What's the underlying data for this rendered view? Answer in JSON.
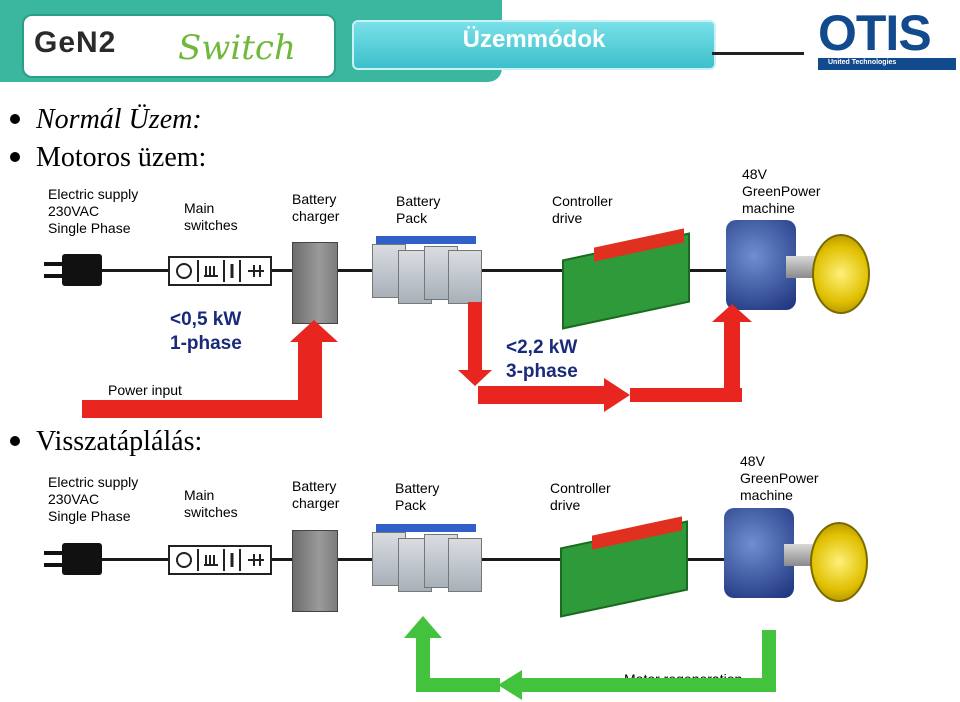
{
  "header": {
    "logo_gen2": "GeN2",
    "logo_switch": "Switch",
    "title": "Üzemmódok",
    "brand": "OTIS",
    "brand_sub": "United Technologies"
  },
  "bullets": [
    "Normál Üzem:",
    "Motoros üzem:",
    "Visszatáplálás:"
  ],
  "diagram_top": {
    "electric_supply": [
      "Electric supply",
      "230VAC",
      "Single Phase"
    ],
    "main_switches": [
      "Main",
      "switches"
    ],
    "battery_charger": [
      "Battery",
      "charger"
    ],
    "battery_pack": [
      "Battery",
      "Pack"
    ],
    "controller_drive": [
      "Controller",
      "drive"
    ],
    "machine": [
      "48V",
      "GreenPower",
      "machine"
    ],
    "power_low": [
      "<0,5 kW",
      "1-phase"
    ],
    "power_high": [
      "<2,2 kW",
      "3-phase"
    ],
    "power_input": "Power input"
  },
  "diagram_bottom": {
    "electric_supply": [
      "Electric supply",
      "230VAC",
      "Single Phase"
    ],
    "main_switches": [
      "Main",
      "switches"
    ],
    "battery_charger": [
      "Battery",
      "charger"
    ],
    "battery_pack": [
      "Battery",
      "Pack"
    ],
    "controller_drive": [
      "Controller",
      "drive"
    ],
    "machine": [
      "48V",
      "GreenPower",
      "machine"
    ],
    "regeneration": "Motor regeneration"
  },
  "colors": {
    "header_band": "#3cb79f",
    "title_bar": "#5fd3dc",
    "otis_blue": "#124a8e",
    "arrow_red": "#e8261f",
    "arrow_green": "#43c23e",
    "power_text": "#1a2a7a"
  },
  "icons": [
    "plug-icon",
    "switch-panel-icon",
    "charger-box-icon",
    "battery-icon",
    "pcb-icon",
    "motor-icon"
  ]
}
